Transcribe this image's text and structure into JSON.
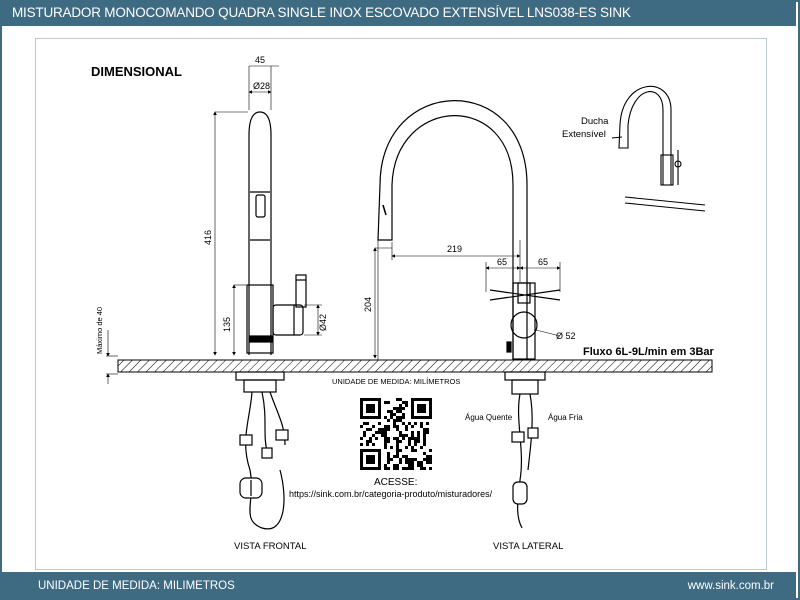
{
  "header": {
    "title": "MISTURADOR MONOCOMANDO QUADRA SINGLE INOX ESCOVADO EXTENSÍVEL LNS038-ES SINK"
  },
  "diagram": {
    "section_title": "DIMENSIONAL",
    "front": {
      "dim_top_width": "45",
      "dim_diameter_tube": "Ø28",
      "dim_height": "416",
      "dim_handle_height": "135",
      "dim_handle_diameter": "Ø42",
      "dim_max_40": "Máximo de 40",
      "view_label": "VISTA FRONTAL"
    },
    "side": {
      "dim_reach": "219",
      "dim_left_65": "65",
      "dim_right_65": "65",
      "dim_spout_height": "204",
      "dim_body_diameter": "Ø 52",
      "view_label": "VISTA LATERAL",
      "hot_water": "Água Quente",
      "cold_water": "Água Fria"
    },
    "flow": "Fluxo 6L-9L/min em 3Bar",
    "unit_center": "UNIDADE DE MEDIDA: MILÍMETROS",
    "qr_access_label": "ACESSE:",
    "qr_url": "https://sink.com.br/categoria-produto/misturadores/",
    "inset_label_line1": "Ducha",
    "inset_label_line2": "Extensível"
  },
  "footer": {
    "unit": "UNIDADE DE MEDIDA: MILIMETROS",
    "website": "www.sink.com.br"
  },
  "colors": {
    "bar": "#3e6a82",
    "line": "#000000"
  }
}
